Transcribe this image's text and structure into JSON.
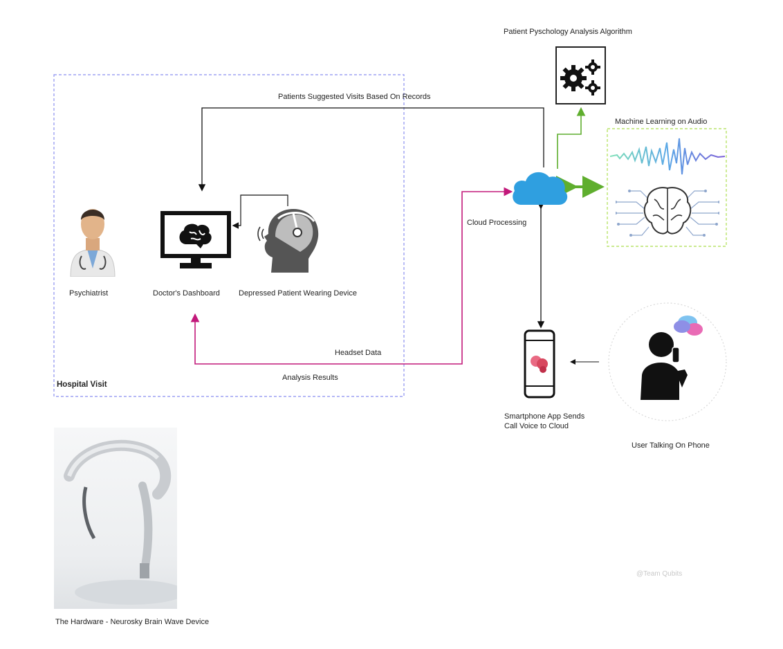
{
  "labels": {
    "hospital_visit": "Hospital Visit",
    "psychiatrist": "Psychiatrist",
    "dashboard": "Doctor's Dashboard",
    "patient": "Depressed Patient Wearing Device",
    "suggested_visits": "Patients Suggested Visits Based On Records",
    "algorithm": "Patient Pyschology Analysis Algorithm",
    "ml_audio": "Machine Learning on Audio",
    "cloud": "Cloud Processing",
    "headset_data": "Headset Data",
    "analysis_results": "Analysis Results",
    "smartphone_line1": "Smartphone App Sends",
    "smartphone_line2": "Call Voice to Cloud",
    "user_phone": "User Talking On Phone",
    "hardware": "The Hardware - Neurosky Brain Wave Device",
    "watermark": "@Team Qubits"
  },
  "colors": {
    "hospital_border": "#8a8ff0",
    "ml_border": "#b9e36a",
    "pink_arrow": "#c2187a",
    "green_arrow": "#5fae2e",
    "cloud": "#2f9fe0",
    "black": "#111111"
  },
  "icons": [
    "doctor-icon",
    "monitor-brain-icon",
    "head-headset-icon",
    "gears-icon",
    "cloud-icon",
    "waveform-icon",
    "circuit-brain-icon",
    "smartphone-icon",
    "person-phone-icon",
    "headset-photo"
  ]
}
